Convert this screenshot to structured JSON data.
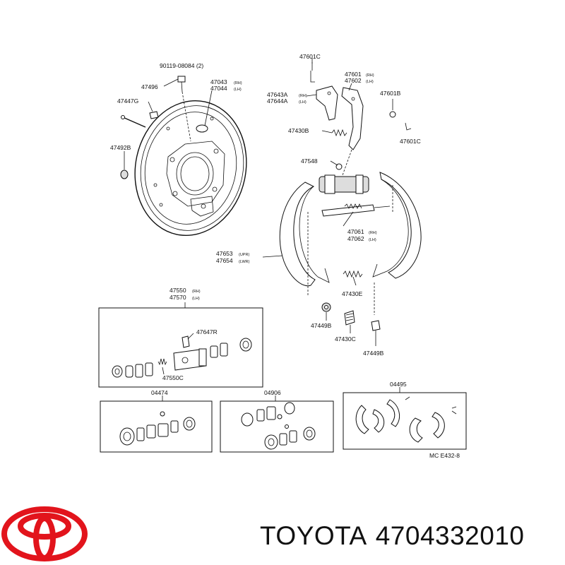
{
  "labels": {
    "bolt": "90119-08084 (2)",
    "p47496": "47496",
    "p47447g": "47447G",
    "p47492b": "47492B",
    "p47043": "47043",
    "p47044": "47044",
    "p47601c_top": "47601C",
    "p47601": "47601",
    "p47602": "47602",
    "p47643a": "47643A",
    "p47644a": "47644A",
    "p47601b": "47601B",
    "p47601c_right": "47601C",
    "p47430b": "47430B",
    "p47548": "47548",
    "p47061": "47061",
    "p47062": "47062",
    "p47653": "47653",
    "p47654": "47654",
    "p47430e": "47430E",
    "p47449b_left": "47449B",
    "p47430c": "47430C",
    "p47449b_right": "47449B",
    "p47550": "47550",
    "p47570": "47570",
    "p47647r": "47647R",
    "p47550c": "47550C",
    "kit04474": "04474",
    "kit04906": "04906",
    "kit04495": "04495",
    "code": "MC  E432-8"
  },
  "suffixes": {
    "rh": "(RH)",
    "lh": "(LH)",
    "upr": "(UPR)",
    "lwr": "(LWR)"
  },
  "brand": {
    "name": "TOYOTA",
    "part_number": "4704332010",
    "logo_color": "#e2141c"
  }
}
